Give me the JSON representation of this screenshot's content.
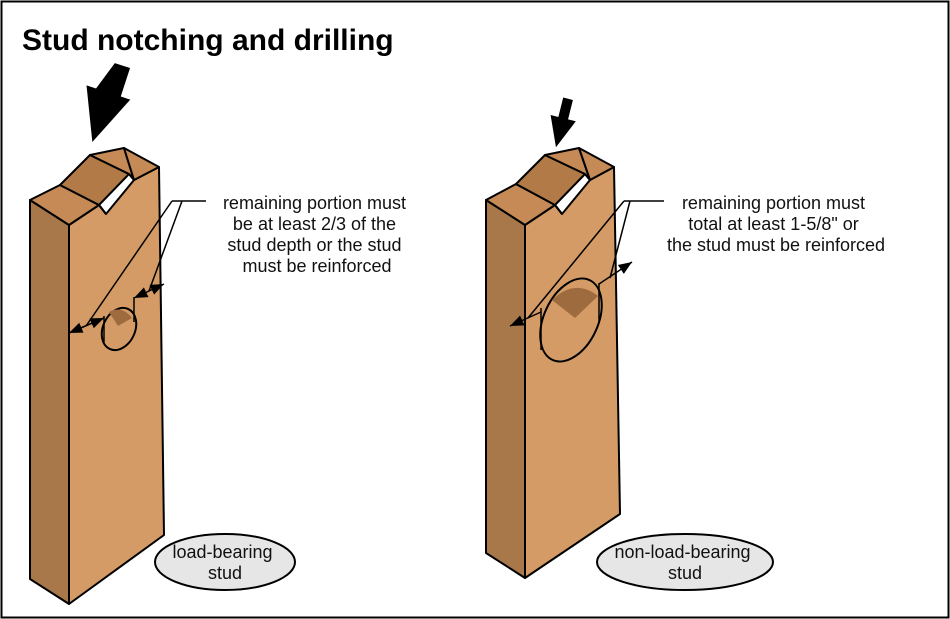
{
  "title": "Stud notching and drilling",
  "left_panel": {
    "callout_lines": [
      "remaining portion must",
      "be at least 2/3 of the",
      "stud depth or the stud",
      "must be reinforced"
    ],
    "badge_lines": [
      "load-bearing",
      "stud"
    ]
  },
  "right_panel": {
    "callout_lines": [
      "remaining portion must",
      "total at least 1-5/8\" or",
      "the stud must be reinforced"
    ],
    "badge_lines": [
      "non-load-bearing",
      "stud"
    ]
  },
  "colors": {
    "wood_front": "#D49B66",
    "wood_side": "#A9784A",
    "wood_top": "#C58A55",
    "outline": "#000000",
    "badge_fill": "#E6E6E6"
  }
}
